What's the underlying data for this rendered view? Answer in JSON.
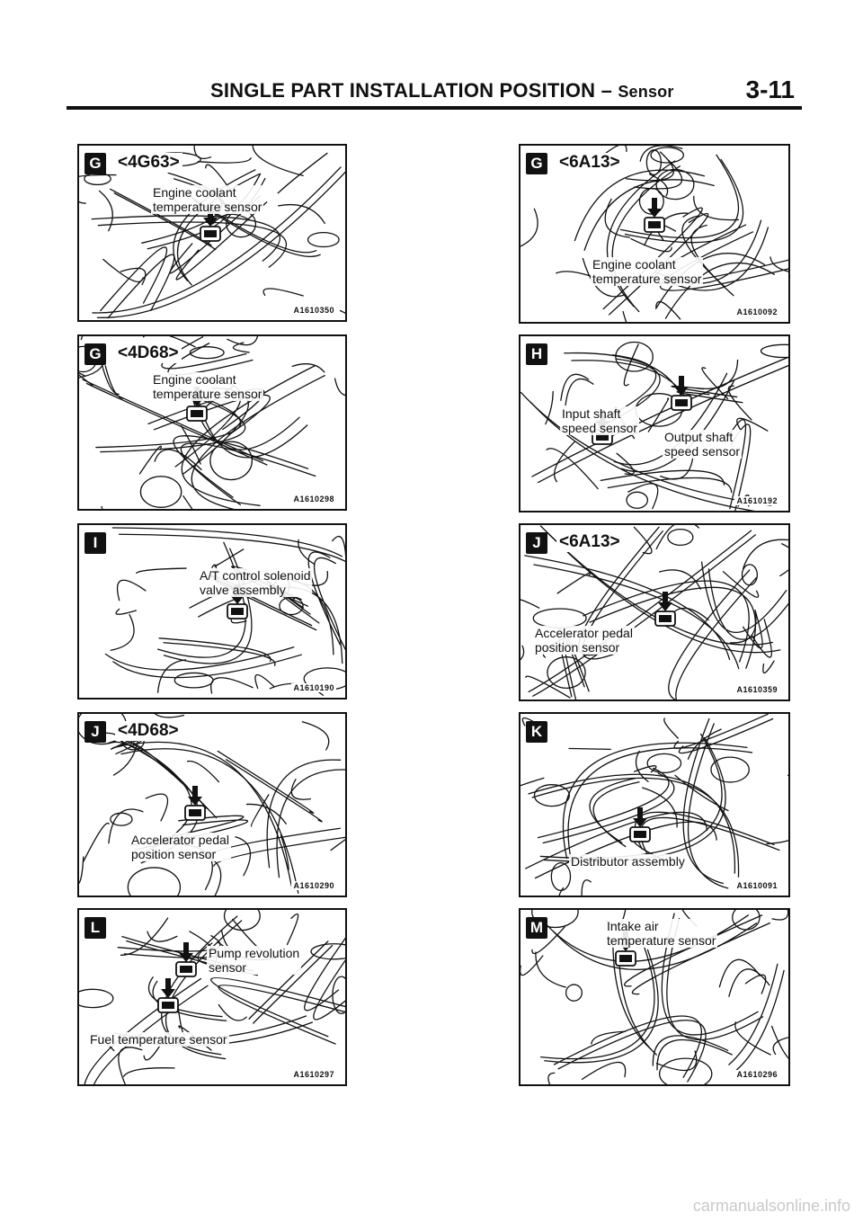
{
  "header": {
    "title": "SINGLE PART INSTALLATION POSITION",
    "separator": "–",
    "subtitle": "Sensor",
    "page_number": "3-11"
  },
  "panels": [
    {
      "badge": "G",
      "engine": "<4G63>",
      "labels": [
        "Engine coolant\ntemperature sensor"
      ],
      "code": "A1610350"
    },
    {
      "badge": "G",
      "engine": "<6A13>",
      "labels": [
        "Engine coolant\ntemperature sensor"
      ],
      "code": "A1610092"
    },
    {
      "badge": "G",
      "engine": "<4D68>",
      "labels": [
        "Engine coolant\ntemperature sensor"
      ],
      "code": "A1610298"
    },
    {
      "badge": "H",
      "engine": "",
      "labels": [
        "Input shaft\nspeed sensor",
        "Output shaft\nspeed sensor"
      ],
      "code": "A1610192"
    },
    {
      "badge": "I",
      "engine": "",
      "labels": [
        "A/T control solenoid\nvalve assembly"
      ],
      "code": "A1610190"
    },
    {
      "badge": "J",
      "engine": "<6A13>",
      "labels": [
        "Accelerator pedal\nposition sensor"
      ],
      "code": "A1610359"
    },
    {
      "badge": "J",
      "engine": "<4D68>",
      "labels": [
        "Accelerator pedal\nposition sensor"
      ],
      "code": "A1610290"
    },
    {
      "badge": "K",
      "engine": "",
      "labels": [
        "Distributor assembly"
      ],
      "code": "A1610091"
    },
    {
      "badge": "L",
      "engine": "",
      "labels": [
        "Pump revolution\nsensor",
        "Fuel temperature sensor"
      ],
      "code": "A1610297"
    },
    {
      "badge": "M",
      "engine": "",
      "labels": [
        "Intake air\ntemperature sensor"
      ],
      "code": "A1610296"
    }
  ],
  "footer": {
    "watermark": "carmanualsonline.info"
  }
}
